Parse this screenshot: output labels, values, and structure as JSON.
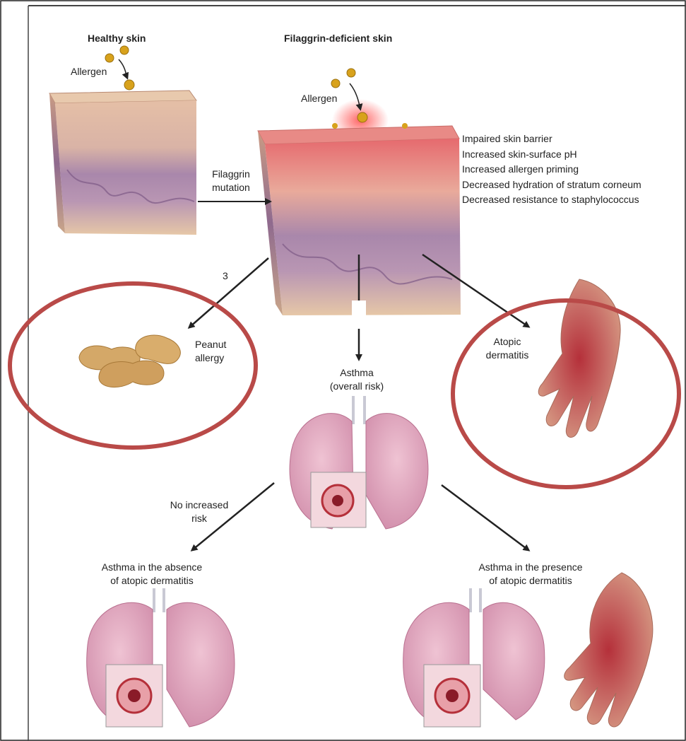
{
  "headings": {
    "healthy": "Healthy skin",
    "deficient": "Filaggrin-deficient skin"
  },
  "allergen_labels": [
    "Allergen",
    "Allergen"
  ],
  "mutation_label": [
    "Filaggrin",
    "mutation"
  ],
  "skin_effects": [
    "Impaired skin barrier",
    "Increased skin-surface pH",
    "Increased allergen priming",
    "Decreased hydration of stratum corneum",
    "Decreased resistance to staphylococcus"
  ],
  "stray_mark": "3",
  "outcomes": {
    "peanut": [
      "Peanut",
      "allergy"
    ],
    "atopic": [
      "Atopic",
      "dermatitis"
    ],
    "asthma_overall": [
      "Asthma",
      "(overall risk)"
    ],
    "no_increase": [
      "No increased",
      "risk"
    ],
    "asthma_absent": [
      "Asthma in the absence",
      "of atopic dermatitis"
    ],
    "asthma_present": [
      "Asthma in the presence",
      "of atopic dermatitis"
    ]
  },
  "colors": {
    "highlight_circle": "#b94a48",
    "skin_top": "#e3b49a",
    "epidermis_purple": "#a67aa6",
    "lung_pink": "#dba0b8",
    "inflammation": "#e84a4a",
    "allergen": "#d8a21c"
  }
}
